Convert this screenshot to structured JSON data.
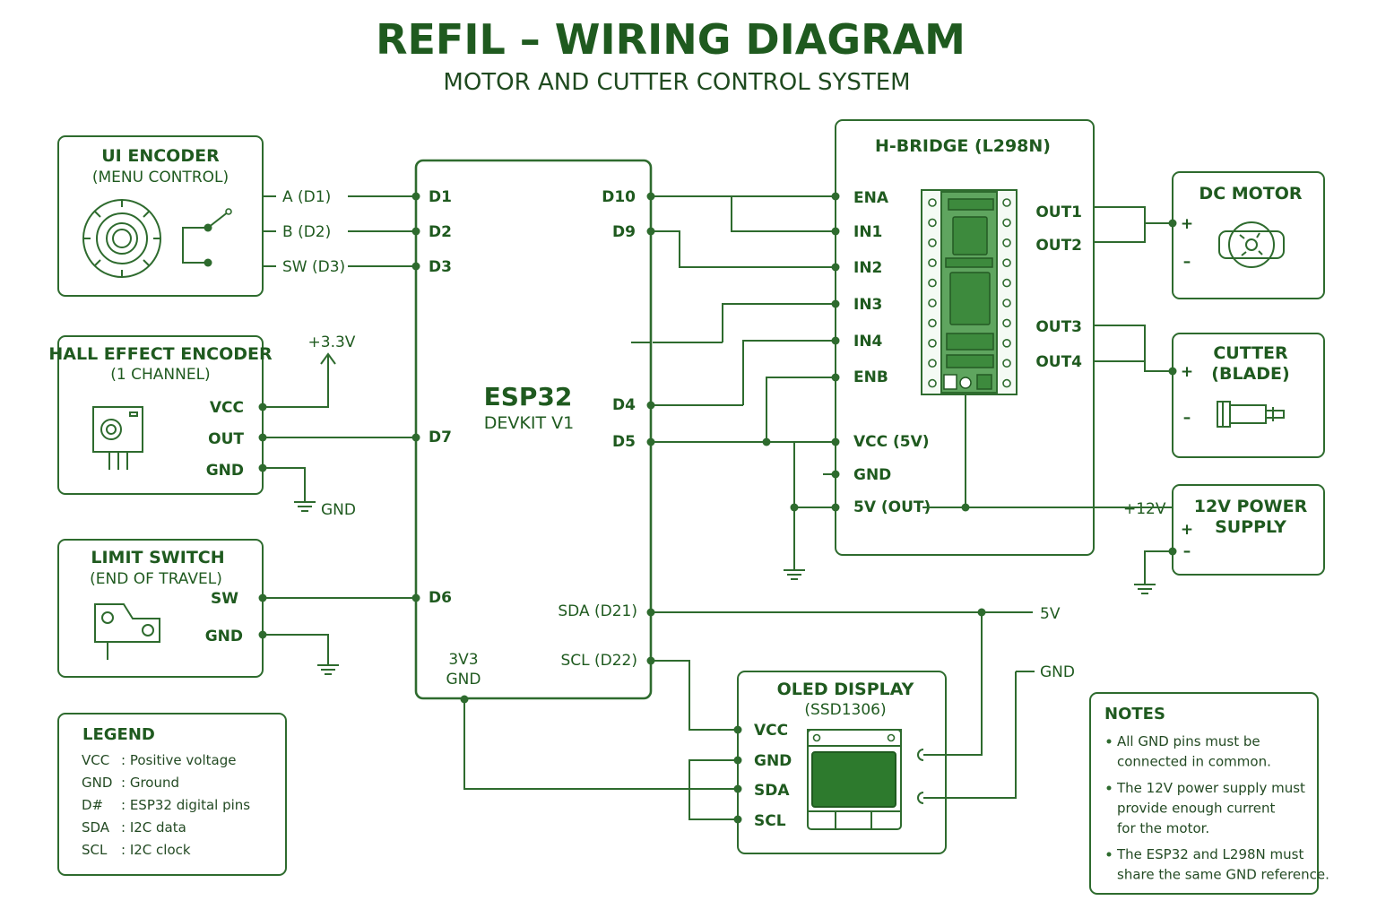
{
  "header": {
    "title": "REFIL – WIRING DIAGRAM",
    "subtitle": "MOTOR AND CUTTER CONTROL SYSTEM"
  },
  "ui_encoder": {
    "title": "UI ENCODER",
    "subtitle": "(MENU CONTROL)",
    "pins": [
      "A (D1)",
      "B (D2)",
      "SW (D3)"
    ]
  },
  "hall_encoder": {
    "title": "HALL EFFECT ENCODER",
    "subtitle": "(1 CHANNEL)",
    "pins": [
      "VCC",
      "OUT",
      "GND"
    ],
    "supply": "+3.3V",
    "gnd_label": "GND"
  },
  "limit_switch": {
    "title": "LIMIT SWITCH",
    "subtitle": "(END OF TRAVEL)",
    "pins": [
      "SW",
      "GND"
    ]
  },
  "esp32": {
    "title": "ESP32",
    "subtitle": "DEVKIT V1",
    "left_pins": [
      "D1",
      "D2",
      "D3",
      "D7",
      "D6"
    ],
    "right_pins": [
      "D10",
      "D9",
      "D4",
      "D5",
      "SDA (D21)",
      "SCL (D22)"
    ],
    "bottom_pins": [
      "3V3",
      "GND"
    ]
  },
  "hbridge": {
    "title": "H-BRIDGE (L298N)",
    "left_pins": [
      "ENA",
      "IN1",
      "IN2",
      "IN3",
      "IN4",
      "ENB",
      "VCC (5V)",
      "GND",
      "5V (OUT)"
    ],
    "right_pins": [
      "OUT1",
      "OUT2",
      "OUT3",
      "OUT4"
    ]
  },
  "dc_motor": {
    "title": "DC MOTOR",
    "plus": "+",
    "minus": "–"
  },
  "cutter": {
    "title": "CUTTER",
    "subtitle": "(BLADE)",
    "plus": "+",
    "minus": "–"
  },
  "power_supply": {
    "title": "12V POWER",
    "subtitle": "SUPPLY",
    "plus": "+",
    "minus": "–",
    "rail": "+12V"
  },
  "oled": {
    "title": "OLED DISPLAY",
    "subtitle": "(SSD1306)",
    "pins": [
      "VCC",
      "GND",
      "SDA",
      "SCL"
    ],
    "rail_5v": "5V",
    "rail_gnd": "GND"
  },
  "legend": {
    "title": "LEGEND",
    "items": [
      {
        "key": "VCC",
        "desc": ": Positive voltage"
      },
      {
        "key": "GND",
        "desc": ": Ground"
      },
      {
        "key": "D#",
        "desc": ": ESP32 digital pins"
      },
      {
        "key": "SDA",
        "desc": ": I2C data"
      },
      {
        "key": "SCL",
        "desc": ": I2C clock"
      }
    ]
  },
  "notes": {
    "title": "NOTES",
    "items": [
      [
        "All GND pins must be",
        "connected in common."
      ],
      [
        "The 12V power supply must",
        "provide enough current",
        "for the motor."
      ],
      [
        "The ESP32 and L298N must",
        "share the same GND reference."
      ]
    ]
  },
  "colors": {
    "line": "#2e6b2e",
    "title": "#1f5a1f",
    "pcb": "#5fa55f"
  }
}
